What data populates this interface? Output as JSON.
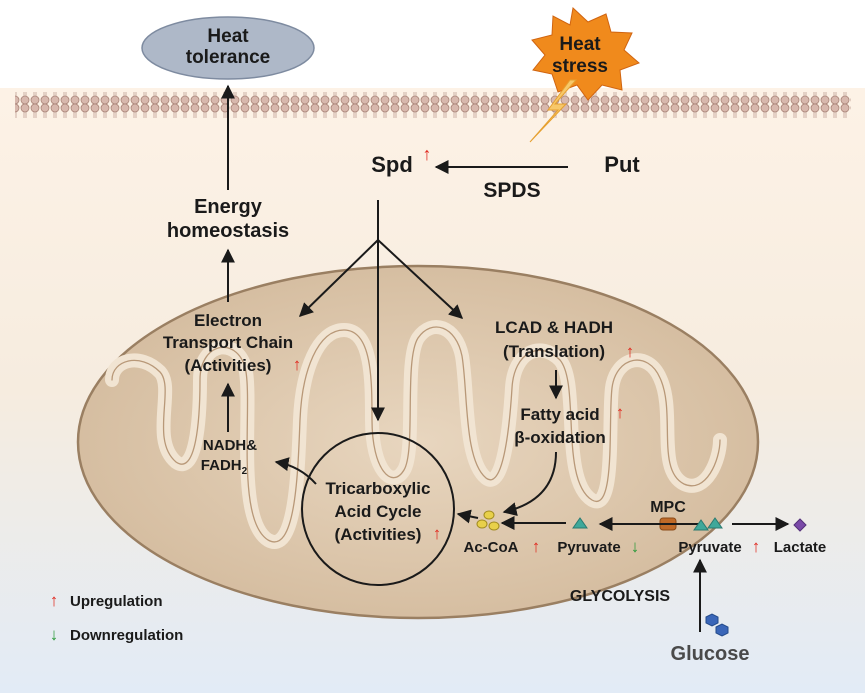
{
  "heat_tolerance": [
    "Heat",
    "tolerance"
  ],
  "heat_stress": [
    "Heat",
    "stress"
  ],
  "spd": "Spd",
  "put": "Put",
  "spds": "SPDS",
  "energy_homeostasis": [
    "Energy",
    "homeostasis"
  ],
  "etc": [
    "Electron",
    "Transport Chain",
    "(Activities)"
  ],
  "lcad": [
    "LCAD & HADH",
    "(Translation)"
  ],
  "fatty_acid": [
    "Fatty acid",
    "β-oxidation"
  ],
  "nadh": [
    "NADH&",
    "FADH"
  ],
  "nadh_sub": "2",
  "tca": [
    "Tricarboxylic",
    "Acid Cycle",
    "(Activities)"
  ],
  "ac_coa": "Ac-CoA",
  "pyruvate_in": "Pyruvate",
  "mpc": "MPC",
  "pyruvate_out": "Pyruvate",
  "lactate": "Lactate",
  "glycolysis": "GLYCOLYSIS",
  "glucose": "Glucose",
  "legend": {
    "up_symbol": "↑",
    "up_label": "Upregulation",
    "down_symbol": "↓",
    "down_label": "Downregulation"
  },
  "up_arrow": "↑",
  "down_arrow": "↓",
  "colors": {
    "upregulation": "#e0281e",
    "downregulation": "#2a9a3a",
    "mitochondrion_outer": "#d9c4a8",
    "mitochondrion_stroke": "#9a7f62",
    "membrane": "#c9a79a",
    "heat_tolerance_fill": "#aeb8c8",
    "heat_stress_fill": "#f08a1c",
    "top_background": "#fbeee0",
    "bottom_background": "#e6eef8"
  }
}
